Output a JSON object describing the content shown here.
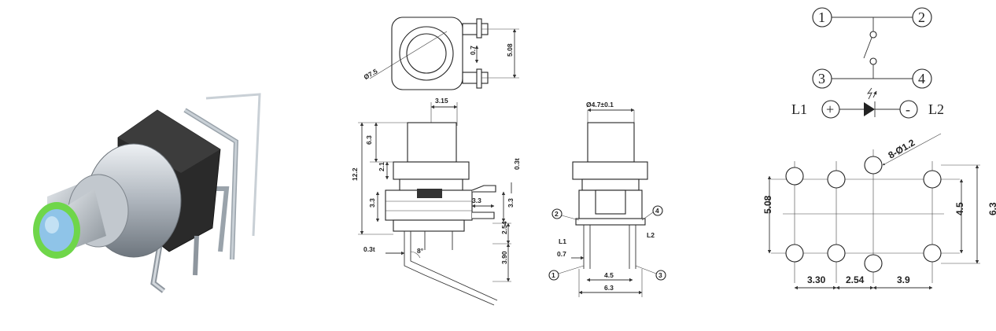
{
  "top_view": {
    "dia_label": "Ø7.5",
    "dim_07": "0.7",
    "dim_508": "5.08"
  },
  "side_view": {
    "dim_315": "3.15",
    "dim_63": "6.3",
    "dim_122": "12.2",
    "dim_21": "2.1",
    "dim_33a": "3.3",
    "dim_33b": "3.3",
    "dim_33c": "3.3",
    "dim_03t_a": "0.3t",
    "dim_03t_b": "0.3t",
    "dim_254": "2.54",
    "dim_390": "3.90",
    "angle": "8°"
  },
  "front_view": {
    "dia_label": "Ø4.7±0.1",
    "pin2": "2",
    "pin4": "4",
    "pin1": "1",
    "pin3": "3",
    "L1": "L1",
    "L2": "L2",
    "dim_07": "0.7",
    "dim_45": "4.5",
    "dim_63": "6.3"
  },
  "schematic": {
    "n1": "1",
    "n2": "2",
    "n3": "3",
    "n4": "4",
    "L1": "L1",
    "L2": "L2",
    "plus": "+",
    "minus": "-"
  },
  "footprint": {
    "holes": "8-Ø1.2",
    "dim_508": "5.08",
    "dim_45": "4.5",
    "dim_63": "6.3",
    "dim_330": "3.30",
    "dim_254": "2.54",
    "dim_39": "3.9"
  },
  "colors": {
    "led_ring": "#6fd64a",
    "cap_blue": "#8fc4e8",
    "body_black": "#2a2a2a",
    "metal": "#b9bfc6"
  }
}
